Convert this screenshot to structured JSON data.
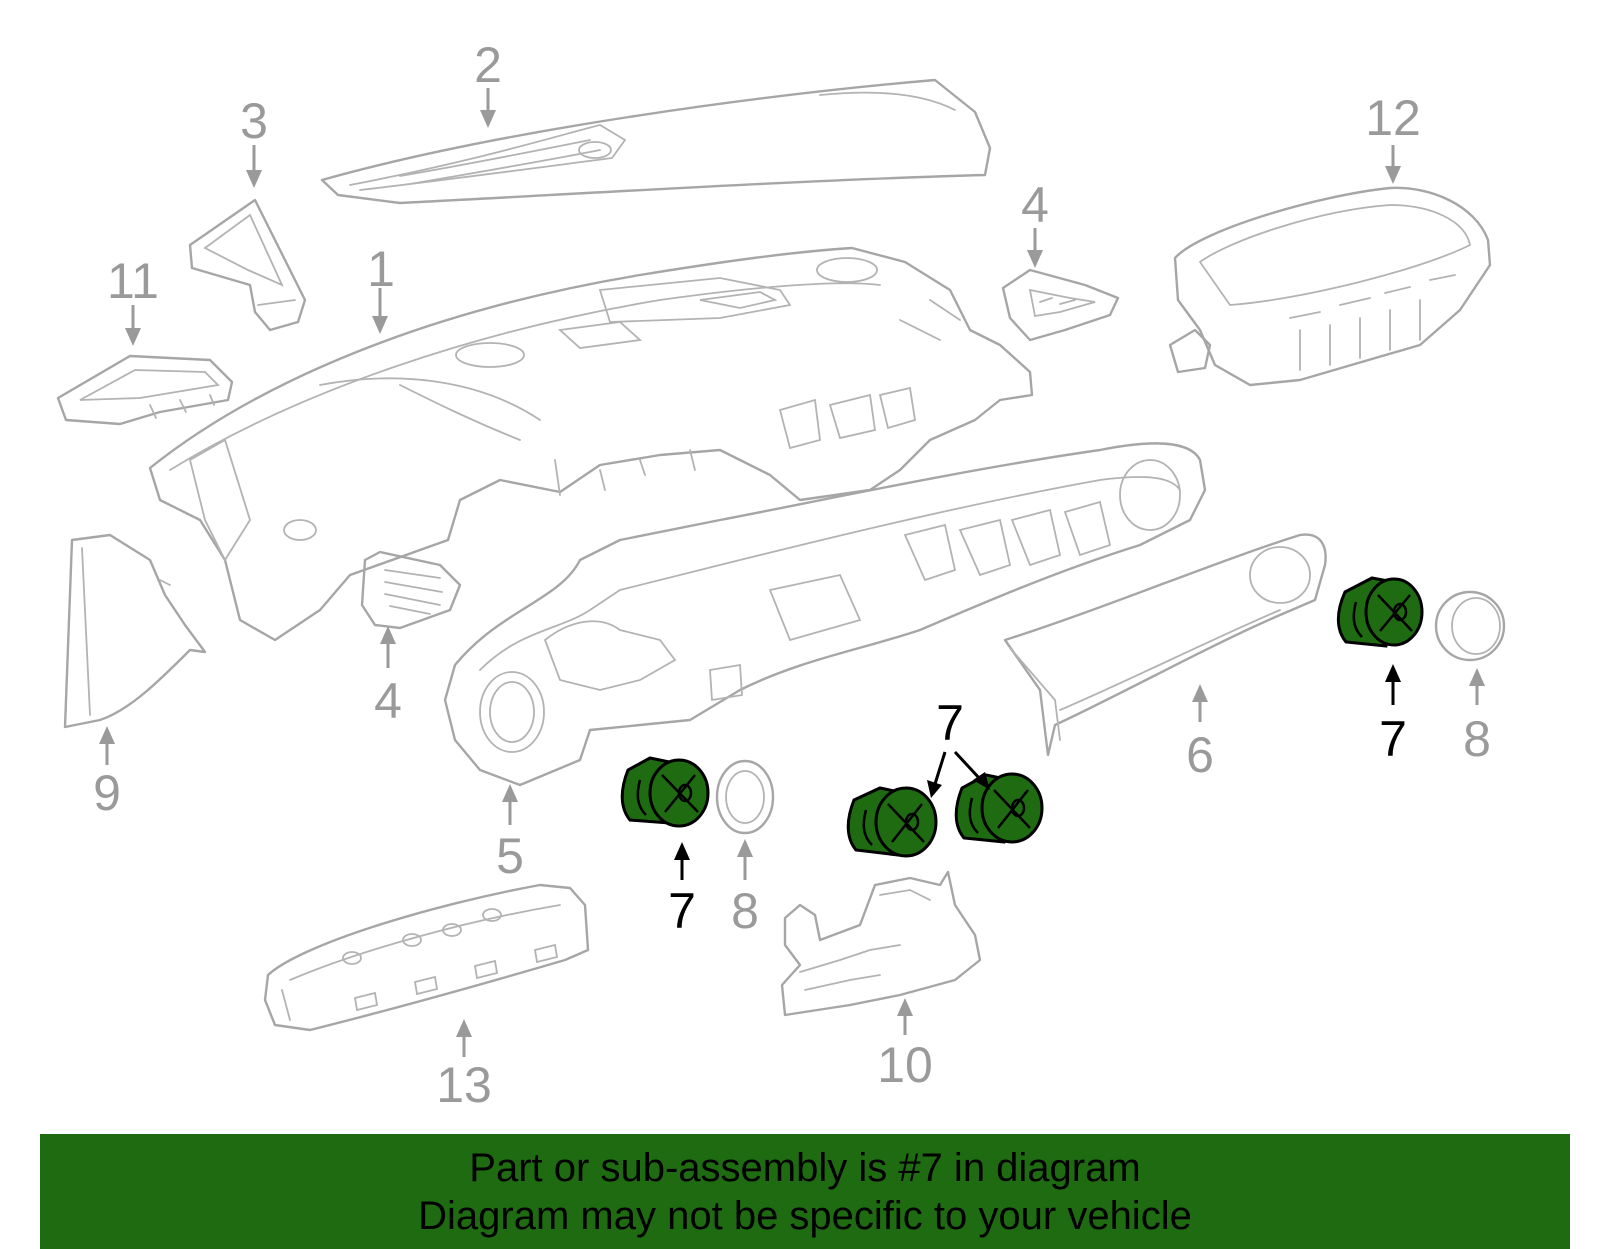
{
  "callouts": {
    "c1": "1",
    "c2": "2",
    "c3": "3",
    "c4a": "4",
    "c4b": "4",
    "c5": "5",
    "c6": "6",
    "c7a": "7",
    "c7b": "7",
    "c7c": "7",
    "c8a": "8",
    "c8b": "8",
    "c9": "9",
    "c10": "10",
    "c11": "11",
    "c12": "12",
    "c13": "13"
  },
  "banner": {
    "line1": "Part or sub-assembly is #7 in diagram",
    "line2": "Diagram may not be specific to your vehicle"
  },
  "colors": {
    "highlight": "#1f6b12",
    "outline": "#a6a6a6",
    "banner": "#1f6b12"
  }
}
